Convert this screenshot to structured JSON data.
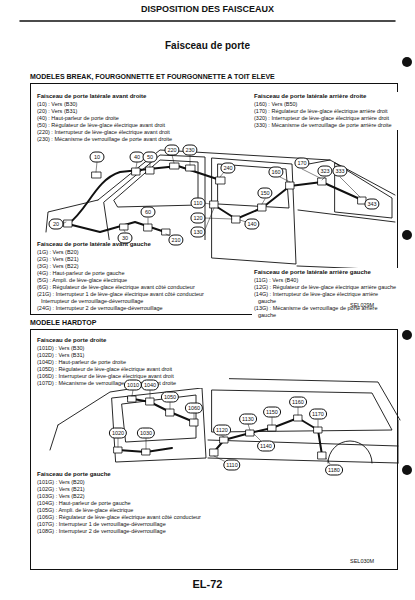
{
  "diagram": {
    "title": "Faisceau de porte",
    "nodes": [
      {
        "text": [
          "MODELES BREAK, FOURGONNETTE ET FOURGONNETTE A TOIT ELEVE"
        ]
      },
      {
        "text": [
          "MODELE HARDTOP"
        ]
      }
    ],
    "labels": [
      "DISPOSITION DES FAISCEAUX",
      "Faisceau de porte latérale avant droite",
      "(10) : Vers (B30)",
      "(20) : Vers (B31)",
      "(40) : Haut-parleur de porte droite",
      "(50) : Régulateur de lève-glace électrique avant droit",
      "(220) : Interrupteur de lève-glace électrique avant droit",
      "(230) : Mécanisme de verrouillage de porte avant droite",
      "Faisceau de porte latérale arrière droite",
      "(160) : Vers (B50)",
      "(170) : Régulateur de lève-glace électrique arrière droit",
      "(320) : Interrupteur de lève-glace électrique arrière droit",
      "(330) : Mécanisme de verrouillage de porte arrière droite",
      "Faisceau de porte latérale avant gauche",
      "(1G) : Vers (B20)",
      "(2G) : Vers (B21)",
      "(3G) : Vers (B22)",
      "(4G) : Haut-parleur de porte gauche",
      "(5G) : Ampli. de lève-glace électrique",
      "(6G) : Régulateur de lève-glace électrique avant côté conducteur",
      "(21G) : Interrupteur 1 de lève-glace électrique avant côté conducteur Interrupteur de verrouillage-déverrouillage",
      "(24G) : Interrupteur 2 de verrouillage-déverrouillage",
      "Faisceau de porte latérale arrière gauche",
      "(11G) : Vers (B40)",
      "(12G) : Régulateur de lève-glace électrique arrière gauche",
      "(14G) : Interrupteur de lève-glace électrique arrière gauche",
      "(13G) : Mécanisme de verrouillage de porte arrière gauche",
      "10",
      "40",
      "50",
      "220",
      "230",
      "240",
      "20",
      "30",
      "60",
      "210",
      "110",
      "120",
      "130",
      "140",
      "150",
      "160",
      "170",
      "323",
      "333",
      "343",
      "SEL029M",
      "Faisceau de porte droite",
      "(101D) : Vers (B30)",
      "(102D) : Vers (B31)",
      "(104D) : Haut-parleur de porte droite",
      "(105D) : Régulateur de lève-glace électrique avant droit",
      "(106D) : Interrupteur de lève-glace électrique avant droit",
      "(107D) : Mécanisme de verrouillage de porte avant droite",
      "Faisceau de porte gauche",
      "(101G) : Vers (B20)",
      "(102G) : Vers (B21)",
      "(103G) : Vers (B22)",
      "(104G) : Haut-parleur de porte gauche",
      "(105G) : Ampli. de lève-glace électrique",
      "(106G) : Régulateur de lève-glace électrique avant côté conducteur",
      "(107G) : Interrupteur 1 de verrouillage-déverrouillage",
      "(108G) : Interrupteur 2 de verrouillage-déverrouillage",
      "1010",
      "1040",
      "1050",
      "1060",
      "1020",
      "1030",
      "1110",
      "1120",
      "1130",
      "1140",
      "1150",
      "1160",
      "1170",
      "1180",
      "SEL030M",
      "EL-72"
    ]
  }
}
